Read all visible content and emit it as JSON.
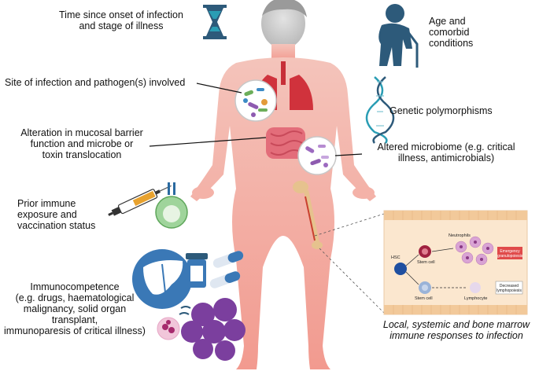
{
  "labels": {
    "time_onset": "Time since onset of infection\nand stage of illness",
    "age": "Age and\ncomorbid\nconditions",
    "site": "Site of infection and pathogen(s) involved",
    "genetic": "Genetic polymorphisms",
    "mucosal": "Alteration in mucosal barrier\nfunction and microbe or\ntoxin translocation",
    "microbiome": "Altered microbiome (e.g. critical\nillness, antimicrobials)",
    "prior_immune": "Prior immune\nexposure and\nvaccination status",
    "immunocompetence": "Immunocompetence\n(e.g. drugs, haematological\nmalignancy, solid organ transplant,\nimmunoparesis of critical illness)",
    "bone_marrow": "Local, systemic and bone marrow\nimmune responses to infection"
  },
  "inset": {
    "hsc": "HSC",
    "stem_cell_top": "Stem cell",
    "neutrophils": "Neutrophils",
    "emergency": "Emergency\ngranulopoiesis",
    "stem_cell_bottom": "Stem cell",
    "lymphocyte": "Lymphocyte",
    "decreased": "Decreased\nlymphopoiesis"
  },
  "icons": {
    "hourglass": "hourglass-icon",
    "elderly": "elderly-person-icon",
    "dna": "dna-helix-icon",
    "syringe": "syringe-icon",
    "liver": "liver-icon",
    "pills": "pill-bottle-icon"
  },
  "colors": {
    "body": "#f5a9a0",
    "navy": "#2d5a7a",
    "teal": "#2a9db4",
    "purple": "#7b3f9e",
    "liver_blue": "#3a78b6",
    "inset_bg": "#fbe7cf",
    "emergency_red": "#e04a4a"
  }
}
